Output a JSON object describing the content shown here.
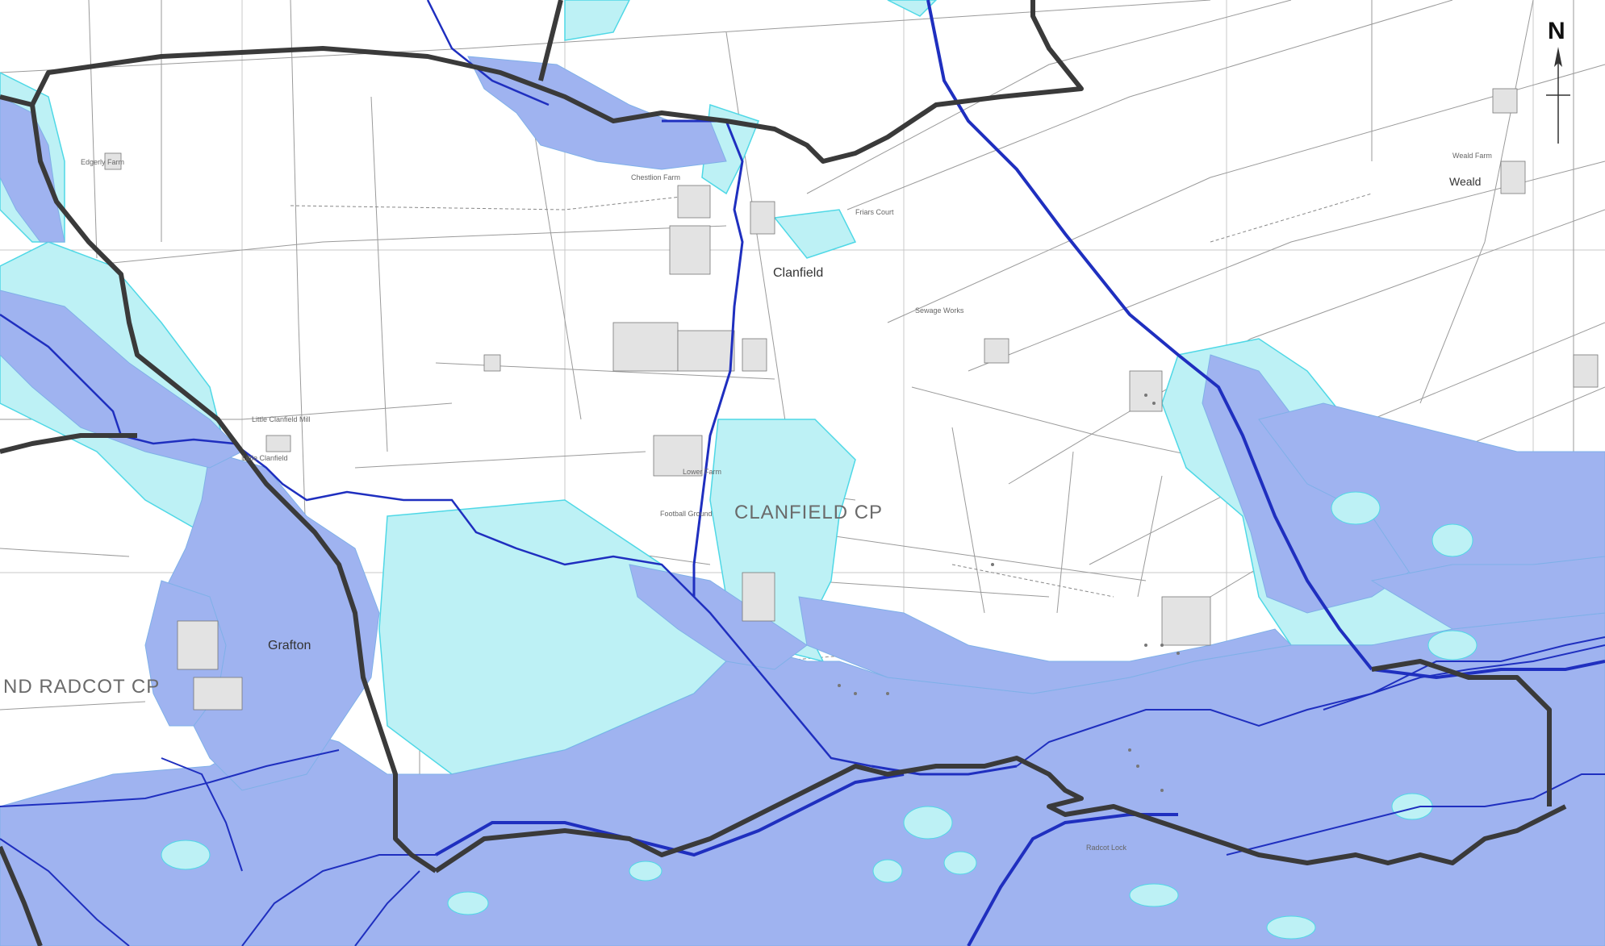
{
  "map": {
    "colors": {
      "flood_zone_3": "#9fb3f0",
      "flood_zone_2": "#bdf1f5",
      "flood_zone_2_edge": "#4fd8e6",
      "parish_boundary": "#3a3a3a",
      "watercourse": "#1f2fbf",
      "roads": "#9a9a9a",
      "grid": "#c8c8c8",
      "background": "#ffffff"
    },
    "labels": {
      "parish_clanfield": "CLANFIELD CP",
      "parish_radcot": "ND RADCOT CP",
      "village_clanfield": "Clanfield",
      "village_grafton": "Grafton",
      "village_weald": "Weald",
      "little_clanfield": "Little Clanfield",
      "little_clanfield_mill": "Little Clanfield Mill",
      "sewage_works": "Sewage Works",
      "edgerly_farm": "Edgerly Farm",
      "chestlion_farm": "Chestlion Farm",
      "friars_court": "Friars Court",
      "lower_farm": "Lower Farm",
      "football_ground": "Football Ground",
      "radcot_lock": "Radcot Lock",
      "weald_farm": "Weald Farm"
    },
    "north_arrow_label": "N"
  }
}
